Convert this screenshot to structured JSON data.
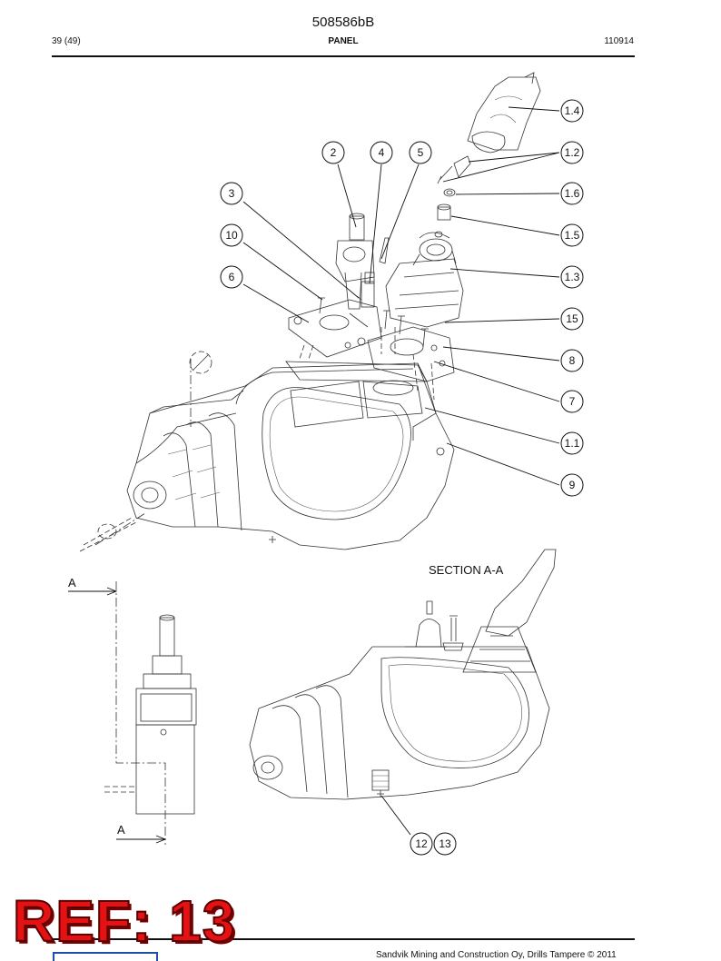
{
  "header": {
    "doc_number": "508586bB",
    "page": "39 (49)",
    "title": "PANEL",
    "code": "110914"
  },
  "callouts": [
    {
      "id": "c-1-4",
      "label": "1.4"
    },
    {
      "id": "c-2",
      "label": "2"
    },
    {
      "id": "c-4",
      "label": "4"
    },
    {
      "id": "c-5",
      "label": "5"
    },
    {
      "id": "c-1-2",
      "label": "1.2"
    },
    {
      "id": "c-3",
      "label": "3"
    },
    {
      "id": "c-1-6",
      "label": "1.6"
    },
    {
      "id": "c-10",
      "label": "10"
    },
    {
      "id": "c-1-5",
      "label": "1.5"
    },
    {
      "id": "c-6",
      "label": "6"
    },
    {
      "id": "c-1-3",
      "label": "1.3"
    },
    {
      "id": "c-15",
      "label": "15"
    },
    {
      "id": "c-8",
      "label": "8"
    },
    {
      "id": "c-7",
      "label": "7"
    },
    {
      "id": "c-1-1",
      "label": "1.1"
    },
    {
      "id": "c-9",
      "label": "9"
    },
    {
      "id": "c-12",
      "label": "12"
    },
    {
      "id": "c-13",
      "label": "13"
    }
  ],
  "section": {
    "title": "SECTION A-A",
    "marker_top": "A",
    "marker_bottom": "A"
  },
  "footer": {
    "copyright": "Sandvik Mining and Construction Oy, Drills Tampere © 2011",
    "stamp": "REF: 13"
  },
  "colors": {
    "stamp_red": "#e41212",
    "logo_blue": "#1d4fa8"
  }
}
